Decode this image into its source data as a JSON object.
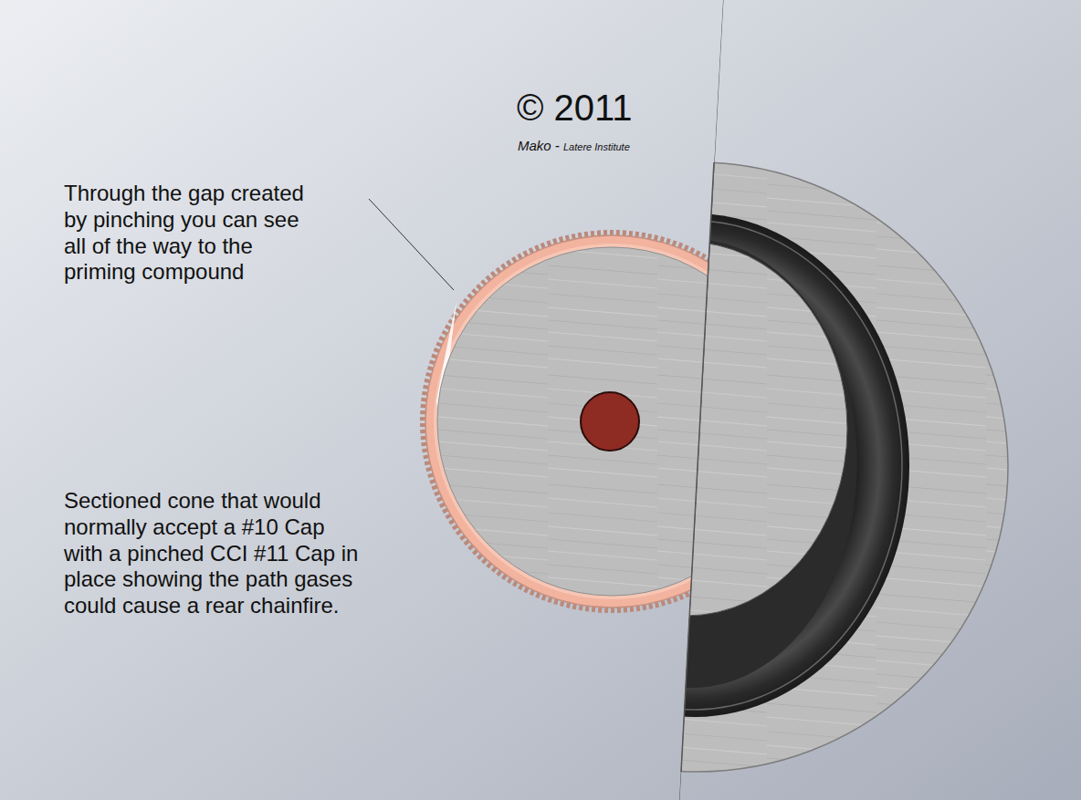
{
  "diagram": {
    "labels": [
      "© 2011",
      "Mako -",
      "Latere Institute",
      "Through the gap created by pinching you can see all of the way to the priming compound",
      "Sectioned cone that would normally accept a #10 Cap with a pinched CCI #11 Cap in place showing the path gases could cause a rear chainfire."
    ]
  }
}
